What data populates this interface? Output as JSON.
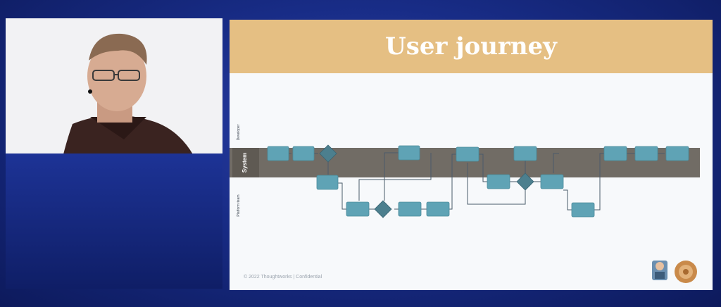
{
  "slide": {
    "title": "User journey",
    "footer": "© 2022 Thoughtworks | Confidential"
  },
  "lanes": [
    {
      "label": "Developer",
      "dark": false
    },
    {
      "label": "System",
      "dark": true
    },
    {
      "label": "Platform team",
      "dark": false
    }
  ],
  "colors": {
    "background": "#182c86",
    "header": "#e5bf83",
    "system_lane": "#716c65",
    "step": "#5fa3b5",
    "decision": "#4c7f8e",
    "connector": "#4a5a6a"
  },
  "logo": "developer-and-snail-logo"
}
